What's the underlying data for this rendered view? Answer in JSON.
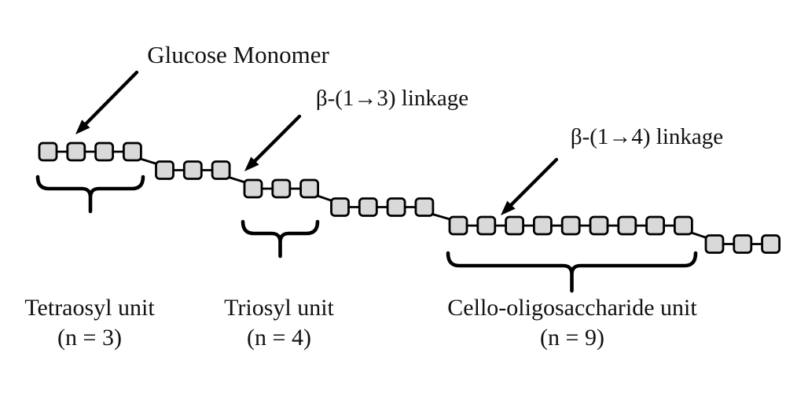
{
  "annotations": {
    "glucose_monomer": "Glucose Monomer",
    "beta_1_3_linkage": "β-(1→3) linkage",
    "beta_1_4_linkage": "β-(1→4) linkage"
  },
  "units": [
    {
      "name": "Tetraosyl unit",
      "n": "(n = 3)"
    },
    {
      "name": "Triosyl unit",
      "n": "(n = 4)"
    },
    {
      "name": "Cello-oligosaccharide unit",
      "n": "(n = 9)"
    }
  ],
  "chain": {
    "monomer_counts_per_row": [
      4,
      3,
      3,
      4,
      9,
      3
    ],
    "total_monomers": 26,
    "square_fill": "#d9d9d9",
    "square_stroke": "#000000",
    "line_color": "#000000"
  },
  "colors": {
    "background": "#ffffff",
    "text": "#111111"
  }
}
